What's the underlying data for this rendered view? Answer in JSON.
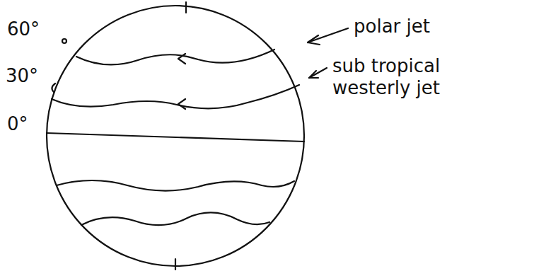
{
  "diagram": {
    "labels": [
      "60°",
      "30°",
      "0°",
      "polar jet",
      "sub tropical westerly jet"
    ]
  }
}
